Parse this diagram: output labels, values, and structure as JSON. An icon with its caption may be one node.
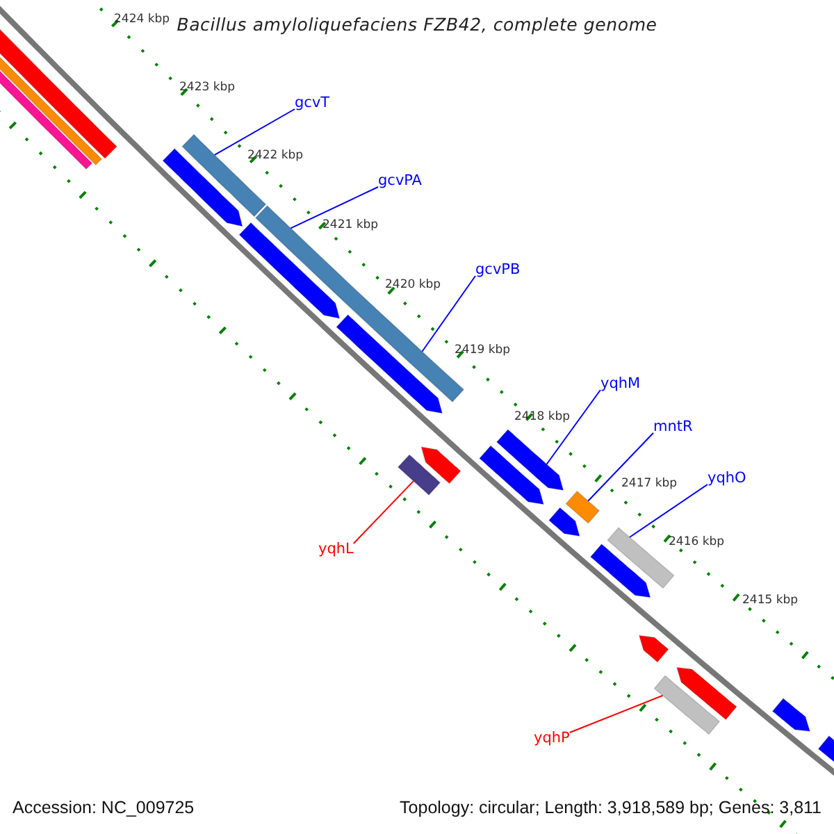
{
  "diagram": {
    "title": "Bacillus amyloliquefaciens FZB42, complete genome",
    "nodes": [
      {
        "text": [
          "gcvT"
        ]
      },
      {
        "text": [
          "gcvPA"
        ]
      },
      {
        "text": [
          "gcvPB"
        ]
      },
      {
        "text": [
          "yqhM"
        ]
      },
      {
        "text": [
          "mntR"
        ]
      },
      {
        "text": [
          "yqhO"
        ]
      },
      {
        "text": [
          "yqhL"
        ]
      },
      {
        "text": [
          "yqhP"
        ]
      },
      {
        "text": [],
        "shape": "bar"
      },
      {
        "text": [],
        "shape": "bar"
      },
      {
        "text": [],
        "shape": "bar"
      },
      {
        "text": [],
        "shape": "bar"
      },
      {
        "text": [],
        "shape": "bar"
      },
      {
        "text": [],
        "shape": "bar"
      },
      {
        "text": [],
        "shape": "bar"
      },
      {
        "text": [],
        "shape": "bar"
      },
      {
        "text": [],
        "shape": "bar"
      },
      {
        "text": [],
        "shape": "bar"
      },
      {
        "text": [],
        "shape": "bar"
      },
      {
        "text": [],
        "shape": "bar"
      },
      {
        "text": [],
        "shape": "bar"
      },
      {
        "text": [],
        "shape": "bar"
      },
      {
        "text": [],
        "shape": "bar"
      },
      {
        "text": [],
        "shape": "bar"
      },
      {
        "text": [],
        "shape": "bar"
      },
      {
        "text": [],
        "shape": "bar"
      },
      {
        "text": [],
        "shape": "bar"
      },
      {
        "text": [],
        "shape": "bar"
      },
      {
        "text": [],
        "shape": "bar"
      }
    ],
    "edges": [
      {
        "from": 0,
        "to": 11,
        "arrow": "none"
      },
      {
        "from": 1,
        "to": 13,
        "arrow": "none"
      },
      {
        "from": 2,
        "to": 13,
        "arrow": "none"
      },
      {
        "from": 3,
        "to": 18,
        "arrow": "none"
      },
      {
        "from": 4,
        "to": 20,
        "arrow": "none"
      },
      {
        "from": 5,
        "to": 22,
        "arrow": "none"
      },
      {
        "from": 6,
        "to": 16,
        "arrow": "none",
        "color": "#ff0000"
      },
      {
        "from": 7,
        "to": 25,
        "arrow": "none",
        "color": "#ff0000"
      }
    ],
    "labels": [
      "2424 kbp",
      "2423 kbp",
      "2422 kbp",
      "2421 kbp",
      "2420 kbp",
      "2419 kbp",
      "2418 kbp",
      "2417 kbp",
      "2416 kbp",
      "2415 kbp",
      "Accession: NC_009725",
      "Topology: circular; Length: 3,918,589 bp; Genes: 3,811"
    ]
  }
}
